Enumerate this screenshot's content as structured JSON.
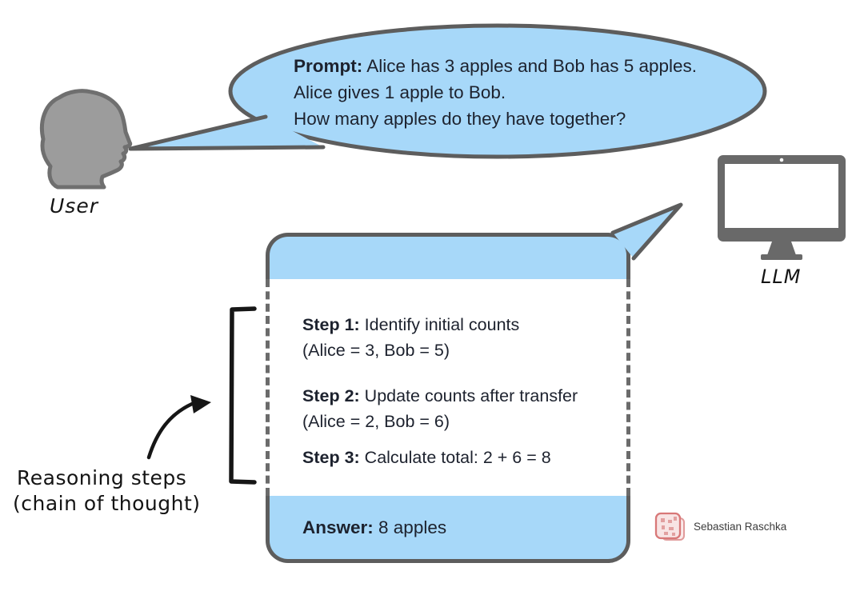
{
  "user": {
    "label": "User"
  },
  "llm": {
    "label": "LLM"
  },
  "prompt_bubble": {
    "prompt_label": "Prompt:",
    "line1_rest": " Alice has 3 apples and Bob has 5 apples.",
    "line2": "Alice gives 1 apple to Bob.",
    "line3": "How many apples do they have together?"
  },
  "response_bubble": {
    "steps": [
      {
        "label": "Step 1:",
        "text": " Identify initial counts",
        "detail": "(Alice = 3, Bob = 5)"
      },
      {
        "label": "Step 2:",
        "text": " Update counts after transfer",
        "detail": "(Alice = 2, Bob = 6)"
      },
      {
        "label": "Step 3:",
        "text": " Calculate total: 2 + 6 = 8",
        "detail": ""
      }
    ],
    "answer_label": "Answer:",
    "answer_text": " 8 apples"
  },
  "annotation": {
    "line1": "Reasoning steps",
    "line2": "(chain of thought)"
  },
  "credit": {
    "author": "Sebastian Raschka"
  },
  "colors": {
    "bubble_blue": "#a7d8f9",
    "outline_gray": "#5d5d5d",
    "dashed_gray": "#6b6b6b",
    "figure_gray": "#9c9c9c",
    "figure_outline": "#6f6f6f",
    "monitor_gray": "#696969",
    "text_dark": "#1d222e",
    "ink_black": "#141414",
    "logo_red": "#d87878"
  }
}
